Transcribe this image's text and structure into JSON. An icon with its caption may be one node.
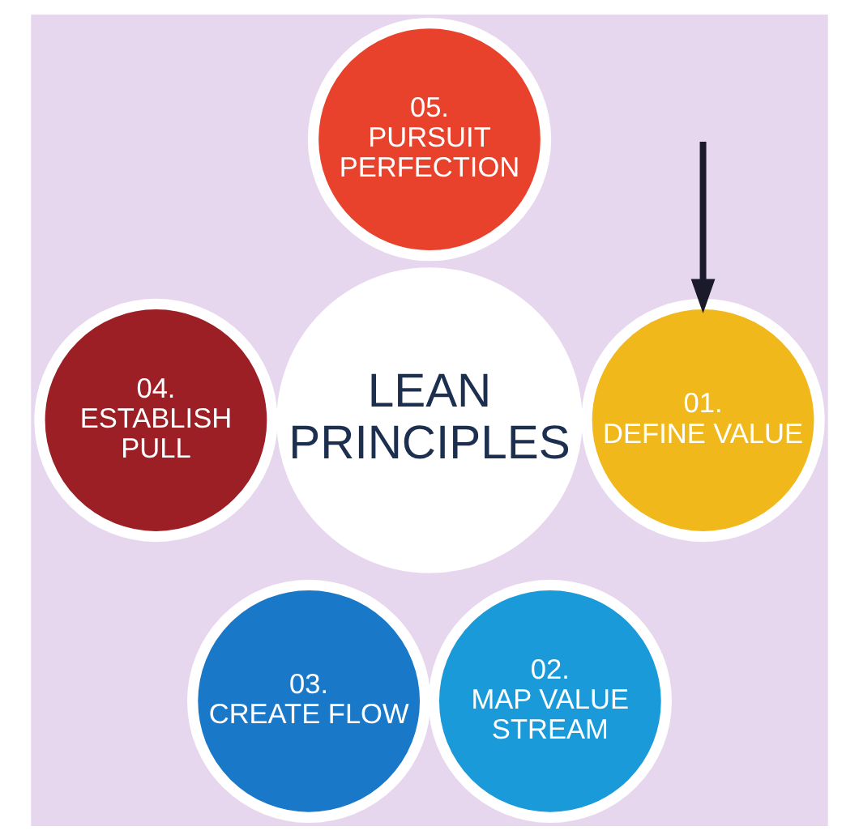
{
  "diagram": {
    "nodes": [
      {
        "text": [
          "LEAN PRINCIPLES"
        ]
      },
      {
        "text": [
          "01.",
          "DEFINE VALUE"
        ]
      },
      {
        "text": [
          "02.",
          "MAP VALUE STREAM"
        ]
      },
      {
        "text": [
          "03.",
          "CREATE FLOW"
        ]
      },
      {
        "text": [
          "04.",
          "ESTABLISH PULL"
        ]
      },
      {
        "text": [
          "05.",
          "PURSUIT PERFECTION"
        ]
      }
    ],
    "edges": [
      {
        "from": null,
        "to": 1,
        "arrow": "to"
      }
    ]
  }
}
